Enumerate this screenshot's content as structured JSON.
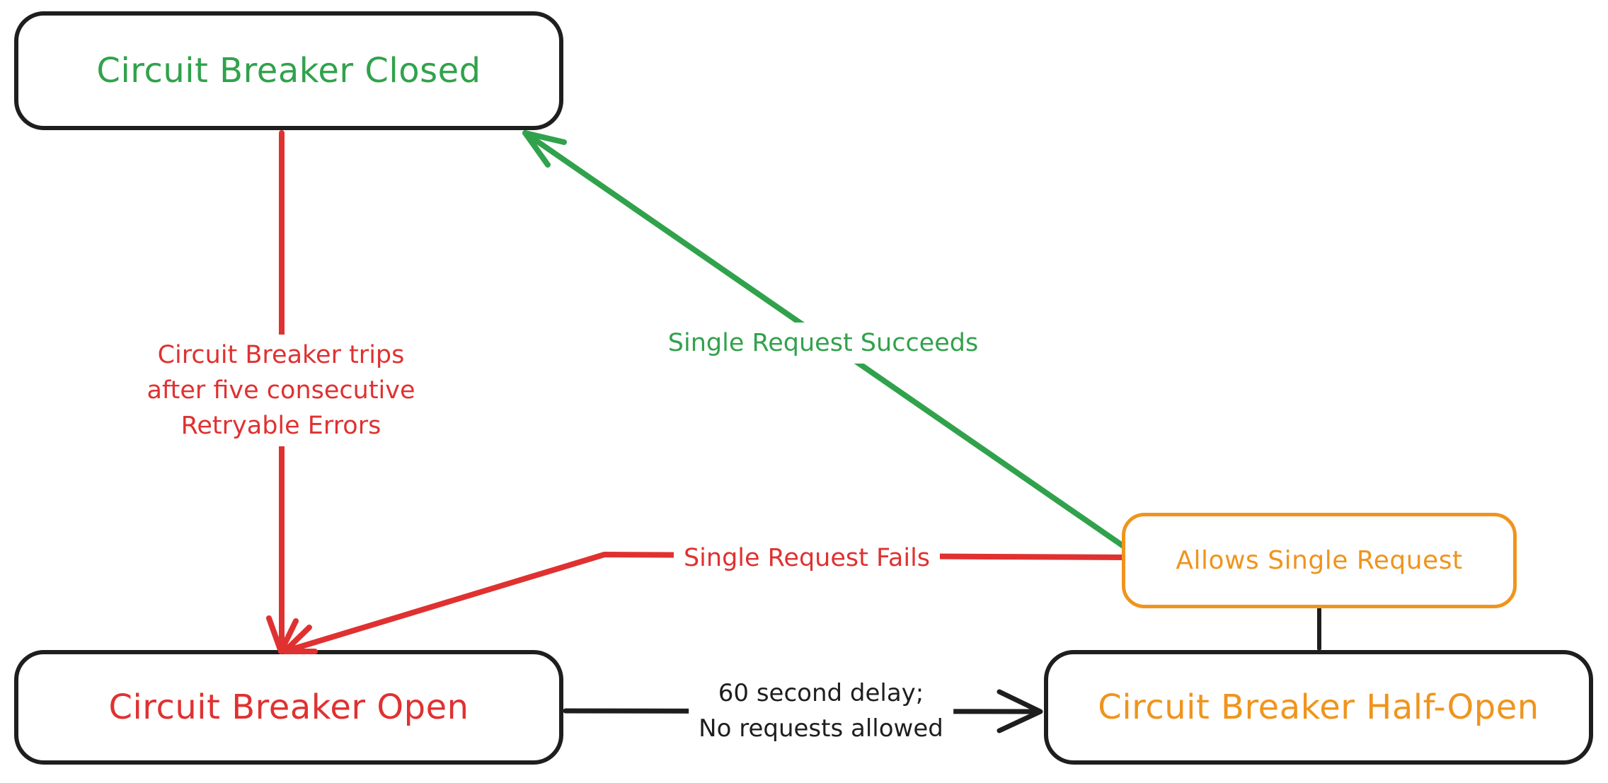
{
  "colors": {
    "background": "#ffffff",
    "stroke_black": "#1e1e1e",
    "green": "#31a24c",
    "red": "#e03131",
    "orange": "#f0941d"
  },
  "nodes": {
    "closed": {
      "label": "Circuit Breaker Closed",
      "text_color": "#31a24c",
      "border_color": "#1e1e1e"
    },
    "open": {
      "label": "Circuit Breaker Open",
      "text_color": "#e03131",
      "border_color": "#1e1e1e"
    },
    "half_open": {
      "label": "Circuit Breaker Half-Open",
      "text_color": "#f0941d",
      "border_color": "#1e1e1e"
    },
    "allows_single_request": {
      "label": "Allows Single Request",
      "text_color": "#f0941d",
      "border_color": "#f0941d"
    }
  },
  "edges": {
    "trip": {
      "from": "closed",
      "to": "open",
      "color": "#e03131",
      "lines": [
        "Circuit Breaker trips",
        "after five consecutive",
        "Retryable Errors"
      ]
    },
    "succeeds": {
      "from": "allows_single_request",
      "to": "closed",
      "color": "#31a24c",
      "label": "Single Request Succeeds"
    },
    "fails": {
      "from": "allows_single_request",
      "to": "open",
      "color": "#e03131",
      "label": "Single Request Fails"
    },
    "delay": {
      "from": "open",
      "to": "half_open",
      "color": "#1e1e1e",
      "lines": [
        "60 second delay;",
        "No requests allowed"
      ]
    },
    "half_open_to_allows": {
      "from": "half_open",
      "to": "allows_single_request",
      "color": "#1e1e1e",
      "label": ""
    }
  }
}
